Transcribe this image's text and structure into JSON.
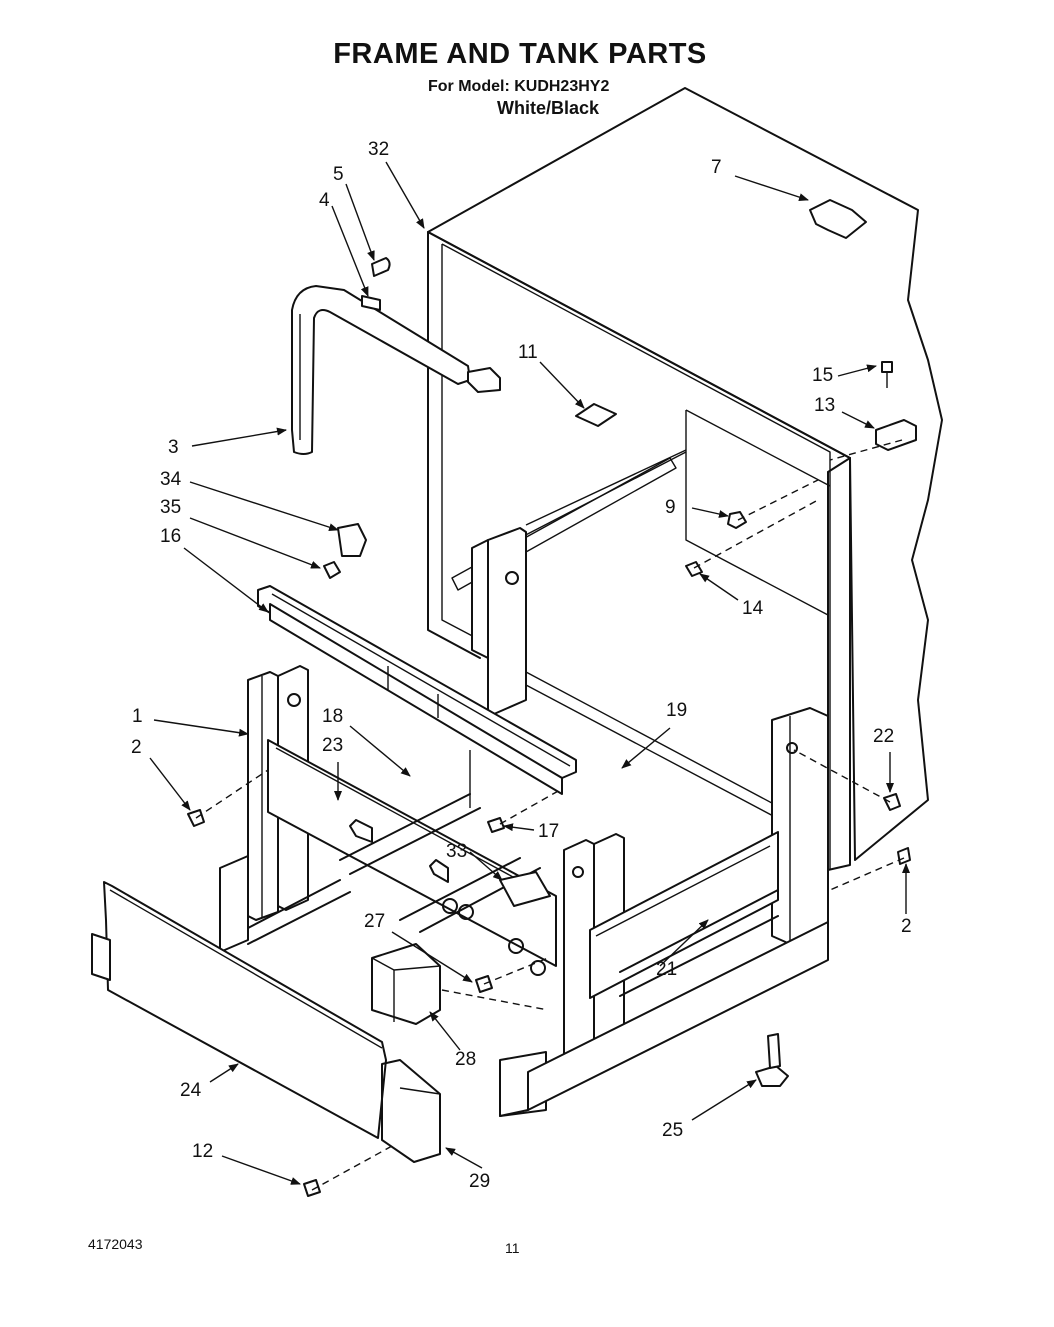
{
  "header": {
    "title": "FRAME AND TANK PARTS",
    "model": "For Model: KUDH23HY2",
    "color": "White/Black"
  },
  "footer": {
    "doc_number": "4172043",
    "page": "11"
  },
  "callouts": {
    "c1": "1",
    "c2a": "2",
    "c2b": "2",
    "c3": "3",
    "c4": "4",
    "c5": "5",
    "c7": "7",
    "c9": "9",
    "c11": "11",
    "c12": "12",
    "c13": "13",
    "c14": "14",
    "c15": "15",
    "c16": "16",
    "c17": "17",
    "c18": "18",
    "c19": "19",
    "c21": "21",
    "c22": "22",
    "c23": "23",
    "c24": "24",
    "c25": "25",
    "c27": "27",
    "c28": "28",
    "c29": "29",
    "c32": "32",
    "c33": "33",
    "c34": "34",
    "c35": "35"
  }
}
